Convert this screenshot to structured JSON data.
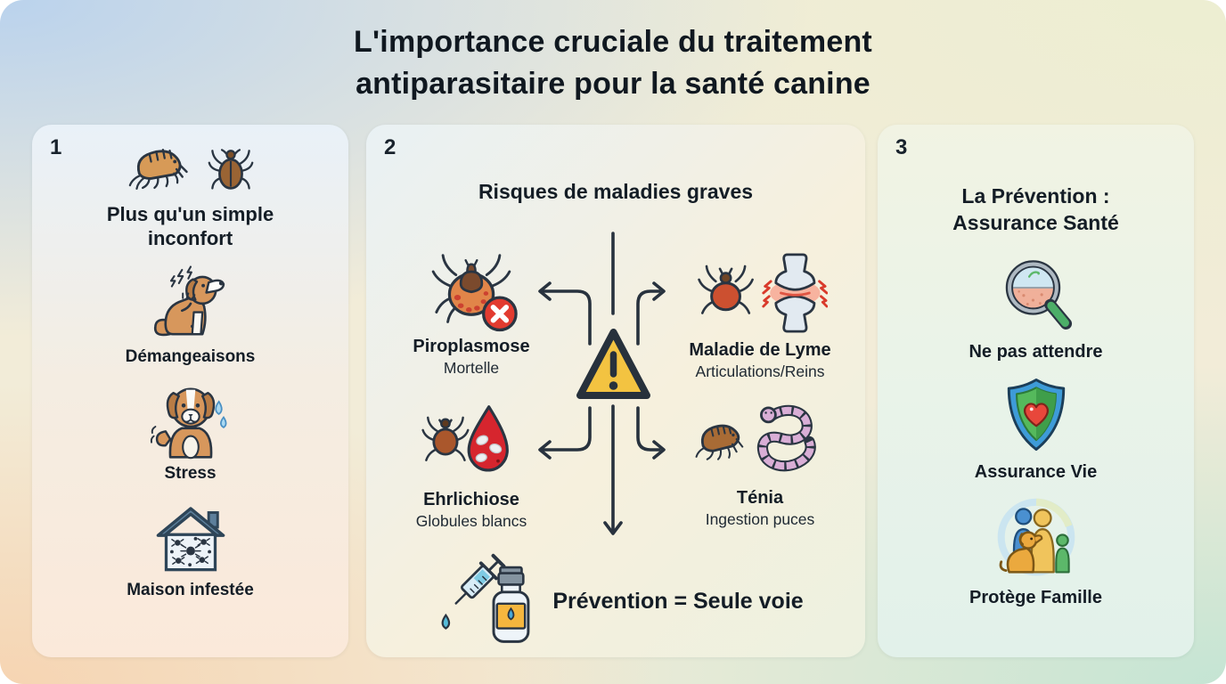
{
  "title": "L'importance cruciale du traitement\nantiparasitaire pour la santé canine",
  "panels": [
    {
      "number": "1",
      "heading": "Plus qu'un simple\ninconfort",
      "header_icons": [
        "flea-icon",
        "tick-icon"
      ],
      "items": [
        {
          "icon": "dog-scratching-icon",
          "label": "Démangeaisons"
        },
        {
          "icon": "dog-stressed-icon",
          "label": "Stress"
        },
        {
          "icon": "infested-house-icon",
          "label": "Maison infestée"
        }
      ]
    },
    {
      "number": "2",
      "heading": "Risques de maladies graves",
      "center_icon": "warning-triangle-icon",
      "diseases": [
        {
          "icon": "tick-danger-icon",
          "name": "Piroplasmose",
          "detail": "Mortelle"
        },
        {
          "icon": "tick-joint-icon",
          "name": "Maladie de Lyme",
          "detail": "Articulations/Reins"
        },
        {
          "icon": "tick-blood-icon",
          "name": "Ehrlichiose",
          "detail": "Globules blancs"
        },
        {
          "icon": "flea-tapeworm-icon",
          "name": "Ténia",
          "detail": "Ingestion puces"
        }
      ],
      "conclusion_icon": "syringe-vial-icon",
      "conclusion": "Prévention = Seule voie"
    },
    {
      "number": "3",
      "heading": "La Prévention :\nAssurance Santé",
      "items": [
        {
          "icon": "magnifier-icon",
          "label": "Ne pas attendre"
        },
        {
          "icon": "shield-heart-icon",
          "label": "Assurance Vie"
        },
        {
          "icon": "family-icon",
          "label": "Protège Famille"
        }
      ]
    }
  ],
  "colors": {
    "text": "#141d26",
    "arrow": "#28323e",
    "warning_fill": "#f3c341",
    "danger_red": "#e23b30",
    "shield_blue": "#3e9bd8",
    "shield_green": "#55b95c"
  }
}
